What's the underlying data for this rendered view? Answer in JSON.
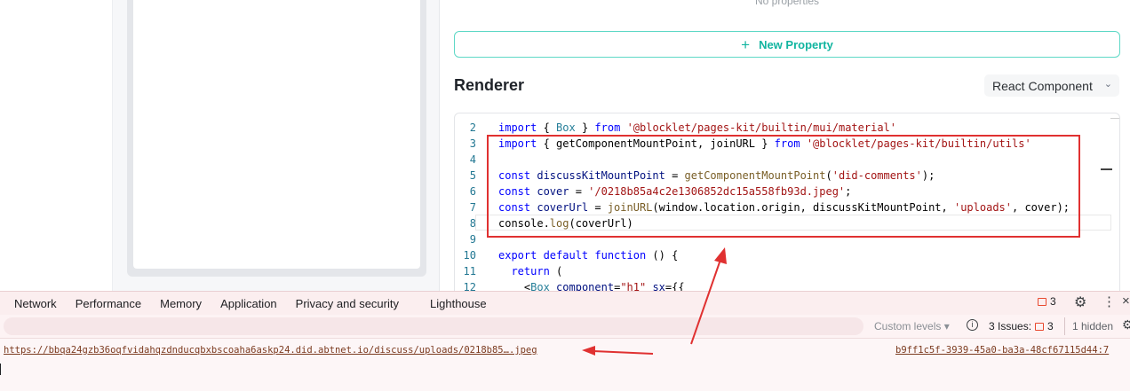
{
  "properties": {
    "empty_text": "No properties",
    "new_property_label": "New Property"
  },
  "renderer": {
    "title": "Renderer",
    "type_select": "React Component"
  },
  "code": {
    "lines": [
      {
        "n": "2",
        "top": 0
      },
      {
        "n": "3"
      },
      {
        "n": "4"
      },
      {
        "n": "5"
      },
      {
        "n": "6"
      },
      {
        "n": "7"
      },
      {
        "n": "8"
      },
      {
        "n": "9"
      },
      {
        "n": "10"
      },
      {
        "n": "11"
      },
      {
        "n": "12"
      }
    ],
    "l2": {
      "kw1": "import",
      "p1": " { ",
      "t1": "Box",
      "p2": " } ",
      "kw2": "from",
      "s": "'@blocklet/pages-kit/builtin/mui/material'"
    },
    "l3": {
      "kw1": "import",
      "p1": " { getComponentMountPoint, joinURL } ",
      "kw2": "from",
      "s": "'@blocklet/pages-kit/builtin/utils'"
    },
    "l5": {
      "kw": "const",
      "v": " discussKitMountPoint ",
      "p": "= ",
      "f": "getComponentMountPoint",
      "p2": "(",
      "s": "'did-comments'",
      "p3": ");"
    },
    "l6": {
      "kw": "const",
      "v": " cover ",
      "p": "= ",
      "s": "'/0218b85a4c2e1306852dc15a558fb93d.jpeg'",
      "p3": ";"
    },
    "l7": {
      "kw": "const",
      "v": " coverUrl ",
      "p": "= ",
      "f": "joinURL",
      "p2": "(window.location.origin, discussKitMountPoint, ",
      "s": "'uploads'",
      "p3": ", cover);"
    },
    "l8": {
      "p": "console.",
      "f": "log",
      "p2": "(coverUrl)"
    },
    "l10": {
      "kw1": "export",
      "kw2": " default",
      "kw3": " function",
      "p": " () {"
    },
    "l11": {
      "kw": "return",
      "p": " ("
    },
    "l12": {
      "p": "<",
      "t": "Box",
      "a": " component",
      "p2": "=",
      "s": "\"h1\"",
      "a2": " sx",
      "p3": "={{"
    }
  },
  "devtools": {
    "tabs": [
      "Network",
      "Performance",
      "Memory",
      "Application",
      "Privacy and security",
      "Lighthouse"
    ],
    "issue_count": "3",
    "levels_label": "Custom levels ▾",
    "issues_label": "3 Issues:",
    "issues_count2": "3",
    "hidden_label": "1 hidden",
    "log_url": "https://bbqa24gzb36oqfvidahqzdnducqbxbscoaha6askp24.did.abtnet.io/discuss/uploads/0218b85….jpeg",
    "log_source": "b9ff1c5f-3939-45a0-ba3a-48cf67115d44:7"
  },
  "colors": {
    "accent": "#12b5a0",
    "annotation": "#e03131"
  }
}
